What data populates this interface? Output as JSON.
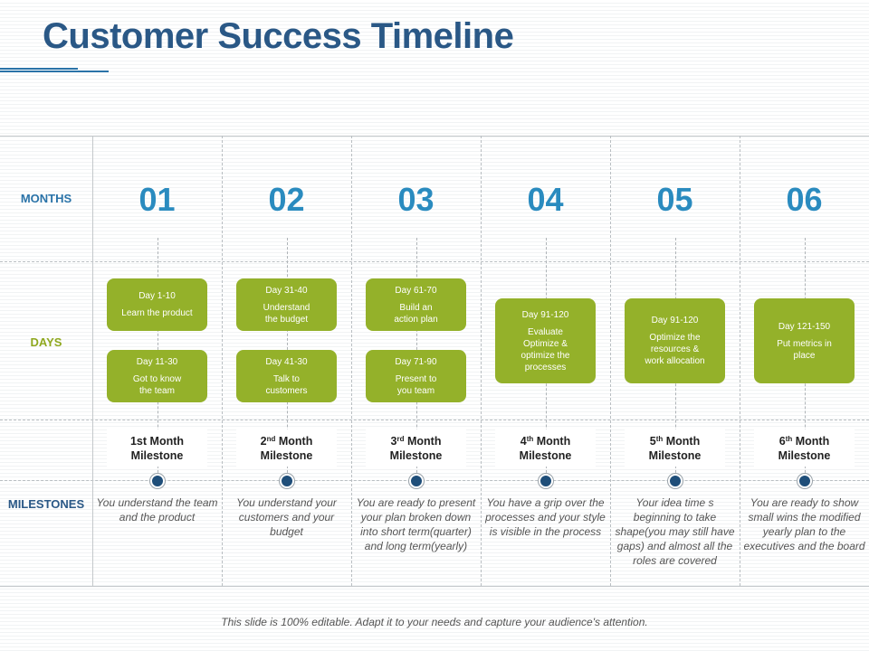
{
  "title": "Customer Success Timeline",
  "row_labels": {
    "months": "MONTHS",
    "days": "DAYS",
    "milestones": "MILESTONES"
  },
  "months": [
    {
      "number": "01",
      "days": [
        {
          "range": "Day 1-10",
          "desc": "Learn the product"
        },
        {
          "range": "Day 11-30",
          "desc": "Got to know\nthe team"
        }
      ],
      "milestone": {
        "ordinal": "1st",
        "suffix": "",
        "word": "Month",
        "line2": "Milestone"
      },
      "description": "You understand the team and the product"
    },
    {
      "number": "02",
      "days": [
        {
          "range": "Day 31-40",
          "desc": "Understand\nthe budget"
        },
        {
          "range": "Day 41-30",
          "desc": "Talk to\ncustomers"
        }
      ],
      "milestone": {
        "ordinal": "2",
        "suffix": "nd",
        "word": "Month",
        "line2": "Milestone"
      },
      "description": "You understand your customers and your budget"
    },
    {
      "number": "03",
      "days": [
        {
          "range": "Day 61-70",
          "desc": "Build an\naction plan"
        },
        {
          "range": "Day 71-90",
          "desc": "Present to\nyou team"
        }
      ],
      "milestone": {
        "ordinal": "3",
        "suffix": "rd",
        "word": "Month",
        "line2": "Milestone"
      },
      "description": "You are ready to present your plan broken down into short term(quarter) and long term(yearly)"
    },
    {
      "number": "04",
      "days": [
        {
          "range": "Day 91-120",
          "desc": "Evaluate\nOptimize &\noptimize the\nprocesses"
        }
      ],
      "milestone": {
        "ordinal": "4",
        "suffix": "th",
        "word": "Month",
        "line2": "Milestone"
      },
      "description": "You have a grip over the processes and your style is visible in the process"
    },
    {
      "number": "05",
      "days": [
        {
          "range": "Day 91-120",
          "desc": "Optimize the\nresources &\nwork allocation"
        }
      ],
      "milestone": {
        "ordinal": "5",
        "suffix": "th",
        "word": "Month",
        "line2": "Milestone"
      },
      "description": "Your idea time s beginning to take shape(you may still have gaps) and almost all the roles are covered"
    },
    {
      "number": "06",
      "days": [
        {
          "range": "Day 121-150",
          "desc": "Put metrics in\nplace"
        }
      ],
      "milestone": {
        "ordinal": "6",
        "suffix": "th",
        "word": "Month",
        "line2": "Milestone"
      },
      "description": "You are ready to show small wins the modified yearly plan to the executives and the board"
    }
  ],
  "footer": "This slide is 100% editable. Adapt it to your needs and capture your audience's attention.",
  "colors": {
    "title": "#2a5886",
    "month_number": "#2a8bbf",
    "day_box": "#94b12a",
    "days_label": "#8fa81f",
    "milestone_dot": "#1f4e79"
  }
}
